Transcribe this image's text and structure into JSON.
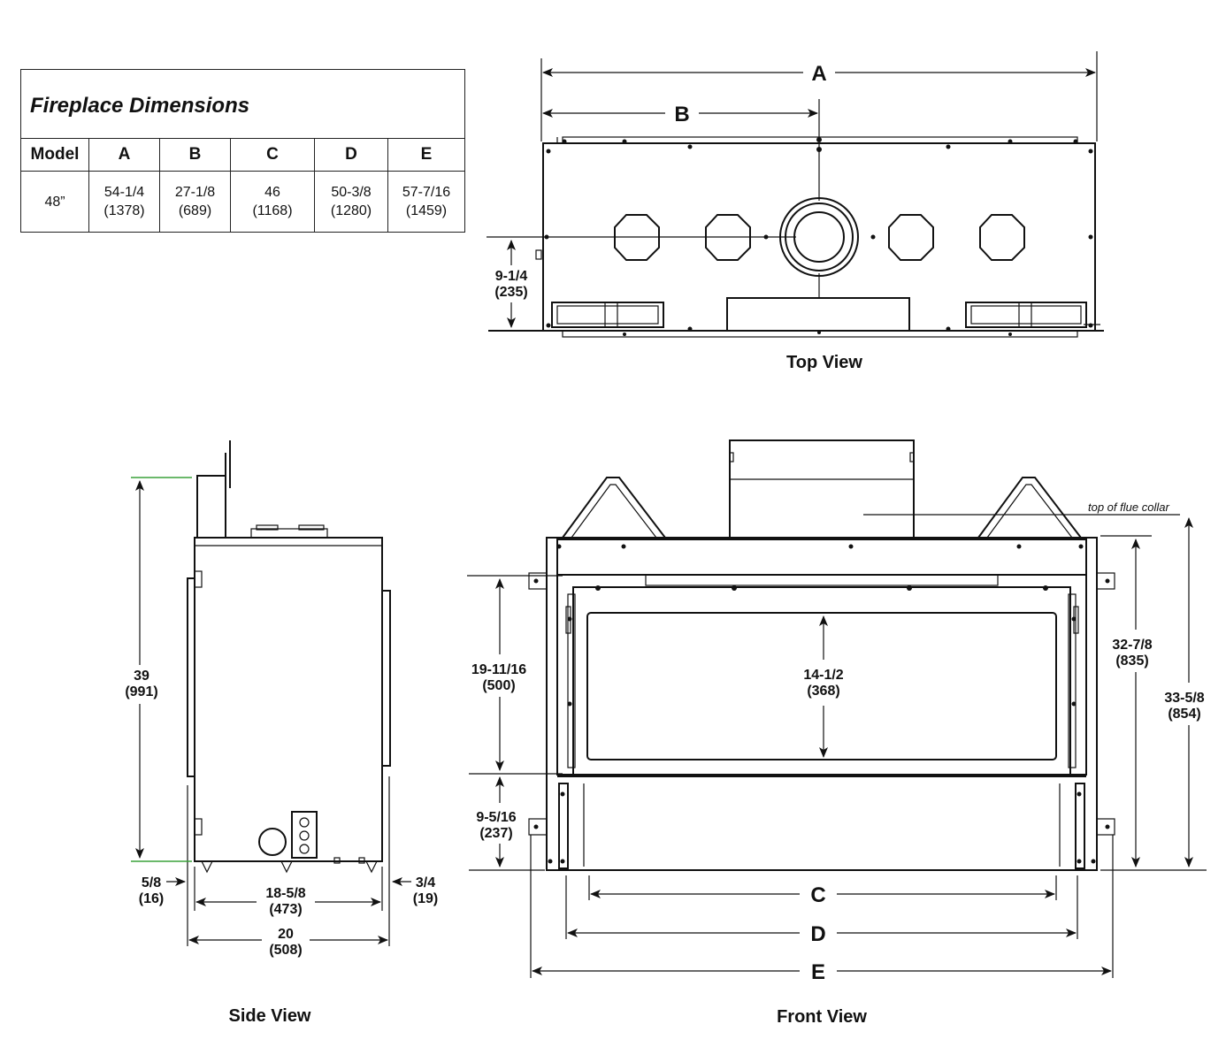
{
  "table": {
    "title": "Fireplace Dimensions",
    "headers": [
      "Model",
      "A",
      "B",
      "C",
      "D",
      "E"
    ],
    "row": {
      "model": "48”",
      "values": [
        {
          "in": "54-1/4",
          "mm": "(1378)"
        },
        {
          "in": "27-1/8",
          "mm": "(689)"
        },
        {
          "in": "46",
          "mm": "(1168)"
        },
        {
          "in": "50-3/8",
          "mm": "(1280)"
        },
        {
          "in": "57-7/16",
          "mm": "(1459)"
        }
      ]
    }
  },
  "top_view": {
    "caption": "Top View",
    "label_a": "A",
    "label_b": "B",
    "depth_in": "9-1/4",
    "depth_mm": "(235)"
  },
  "side_view": {
    "caption": "Side View",
    "height_in": "39",
    "height_mm": "(991)",
    "left_offset_in": "5/8",
    "left_offset_mm": "(16)",
    "right_offset_in": "3/4",
    "right_offset_mm": "(19)",
    "inner_width_in": "18-5/8",
    "inner_width_mm": "(473)",
    "overall_width_in": "20",
    "overall_width_mm": "(508)"
  },
  "front_view": {
    "caption": "Front View",
    "flue_note": "top of flue collar",
    "upper_in": "19-11/16",
    "upper_mm": "(500)",
    "lower_in": "9-5/16",
    "lower_mm": "(237)",
    "glass_in": "14-1/2",
    "glass_mm": "(368)",
    "body_h_in": "32-7/8",
    "body_h_mm": "(835)",
    "flue_h_in": "33-5/8",
    "flue_h_mm": "(854)",
    "label_c": "C",
    "label_d": "D",
    "label_e": "E"
  },
  "colors": {
    "line": "#111111",
    "reference_line": "#3aa23a"
  }
}
